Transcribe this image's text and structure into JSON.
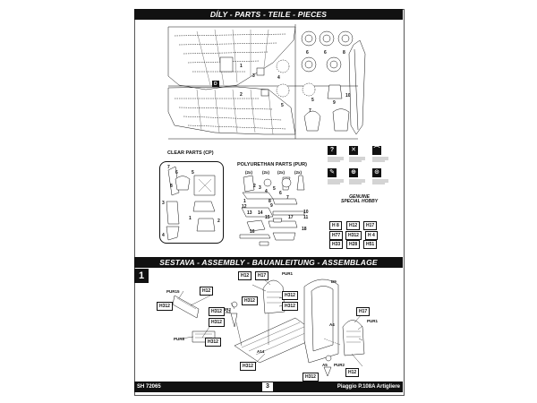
{
  "header": {
    "title": "DÍLY - PARTS - TEILE - PIECES"
  },
  "assembly_header": {
    "title": "SESTAVA - ASSEMBLY - BAUANLEITUNG - ASSEMBLAGE"
  },
  "step": {
    "number": "1"
  },
  "footer": {
    "code": "SH 72065",
    "page": "3",
    "product": "Piaggio P.108A Artigliere"
  },
  "sections": {
    "clear_parts": "CLEAR PARTS (CP)",
    "pur_parts": "POLYURETHAN PARTS (PUR)"
  },
  "qty": {
    "a": "(2x)",
    "b": "(2x)",
    "c": "(2x)",
    "d": "(2x)"
  },
  "sprue_numbers": {
    "n1": "1",
    "n2": "2",
    "n3": "3",
    "n4": "4",
    "n5": "5",
    "n6": "6",
    "n7": "7",
    "n8": "8",
    "n9": "9",
    "n10": "10",
    "n11": "6",
    "n12": "5",
    "nD": "D"
  },
  "cp_numbers": {
    "c1": "7",
    "c2": "6",
    "c3": "8",
    "c4": "5",
    "c5": "3",
    "c6": "4",
    "c7": "1",
    "c8": "2"
  },
  "pur_numbers": {
    "p1": "1",
    "p2": "2",
    "p3": "3",
    "p4": "4",
    "p5": "5",
    "p6": "6",
    "p7": "7",
    "p8": "8",
    "p9": "9",
    "p10": "10",
    "p11": "11",
    "p12": "12",
    "p13": "13",
    "p14": "14",
    "p15": "15",
    "p16": "16",
    "p17": "17",
    "p18": "18"
  },
  "paint_codes": [
    "H 8",
    "H12",
    "H17",
    "H77",
    "H312",
    "H 4",
    "H33",
    "H28",
    "H51"
  ],
  "assembly_labels": {
    "pur15": "PUR15",
    "pur8": "PUR8",
    "pur1a": "PUR1",
    "pur1b": "PUR1",
    "pur2a": "PUR2",
    "pur2b": "PUR2",
    "d9": "D9",
    "a4a": "A4",
    "a4b": "A4",
    "a14": "A14",
    "a5": "A5"
  },
  "assembly_codes": {
    "h12a": "H12",
    "h312a": "H312",
    "h12b": "H12",
    "h17a": "H17",
    "h312b": "H312",
    "h312c": "H312",
    "h17b": "H17",
    "h312d": "H312",
    "h12c": "H312",
    "h312e": "H312",
    "h312f": "H312",
    "h12d": "H12",
    "h312g": "H312",
    "h312h": "H312"
  },
  "seal": {
    "line1": "GENUINE",
    "line2": "SPECIAL HOBBY"
  },
  "icon_names": {
    "legend1": "glue-icon",
    "legend2": "remove-icon",
    "legend3": "bend-icon",
    "legend4": "paint-icon",
    "legend5": "option-icon",
    "legend6": "drill-icon"
  }
}
